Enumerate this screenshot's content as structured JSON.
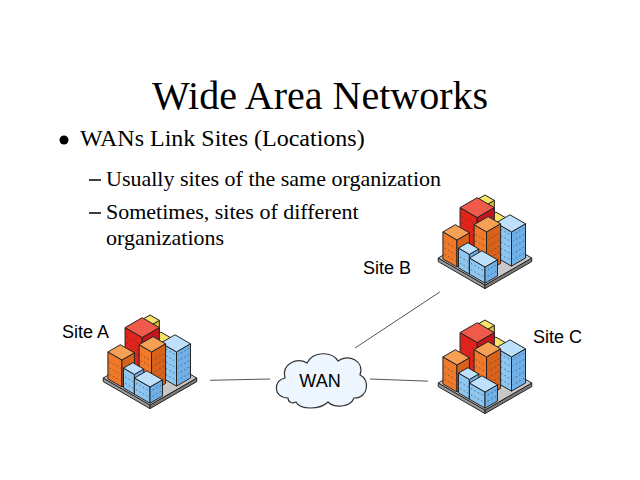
{
  "diagram": {
    "title": "Wide Area Networks",
    "nodes": [
      {
        "text": [
          "Site B"
        ]
      },
      {
        "text": [
          "Site A"
        ]
      },
      {
        "text": [
          "WAN"
        ]
      },
      {
        "text": [
          "Site C"
        ]
      }
    ],
    "edges": [
      {
        "from": 1,
        "to": 2,
        "arrow": "none"
      },
      {
        "from": 2,
        "to": 0,
        "arrow": "none"
      },
      {
        "from": 2,
        "to": 3,
        "arrow": "none"
      }
    ],
    "labels": [
      "WANs Link Sites (Locations)",
      "Usually sites of the same organization",
      "Sometimes, sites of different organizations"
    ]
  }
}
